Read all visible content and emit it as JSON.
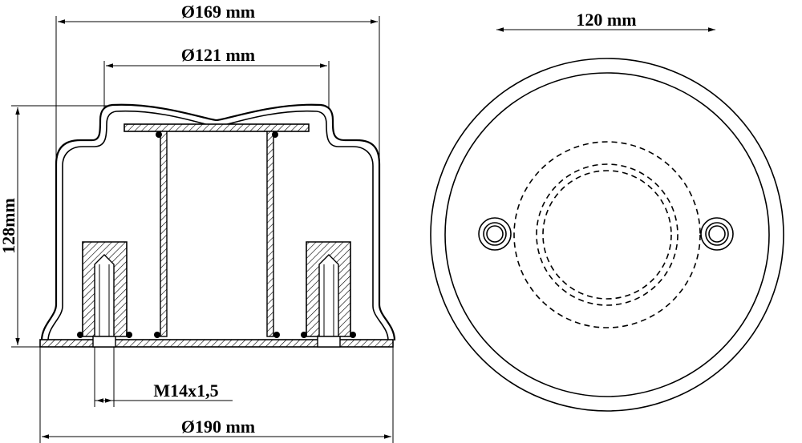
{
  "dimensions": {
    "top_diameter": "Ø169 mm",
    "inner_diameter": "Ø121 mm",
    "height": "128mm",
    "thread": "M14x1,5",
    "base_diameter": "Ø190 mm",
    "bolt_spacing": "120 mm"
  },
  "colors": {
    "stroke": "#000000",
    "background": "#ffffff"
  }
}
